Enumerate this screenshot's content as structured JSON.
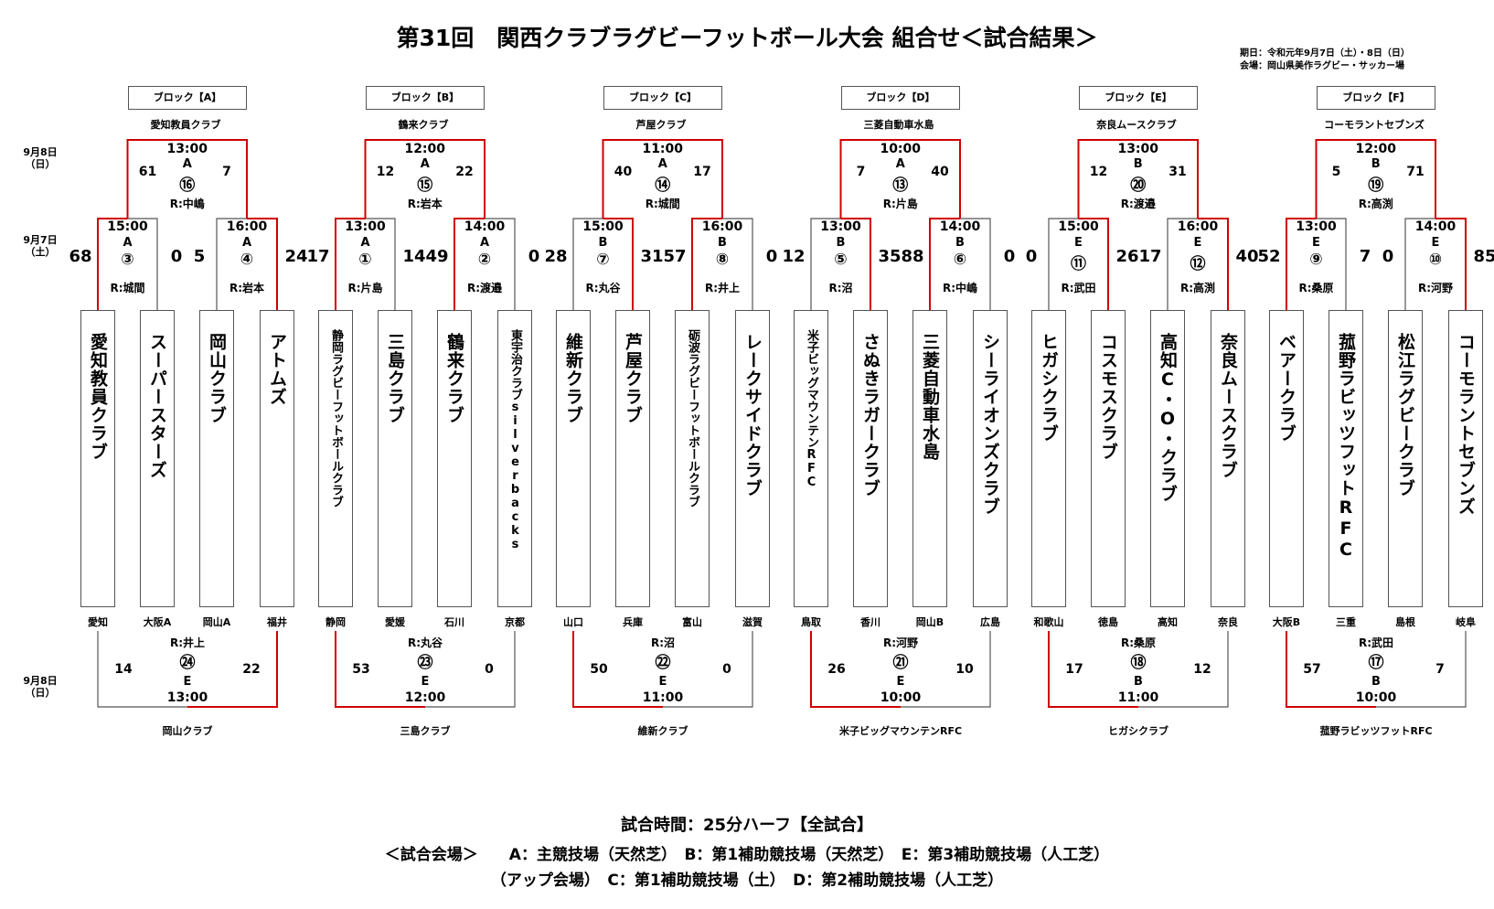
{
  "title": "第31回　関西クラブラグビーフットボール大会 組合せ＜試合結果＞",
  "meta": {
    "date": "期日：令和元年9月7日（土）・8日（日）",
    "venue": "会場：岡山県美作ラグビー・サッカー場"
  },
  "days": {
    "sep8_top": [
      "9月8日",
      "（日）"
    ],
    "sep7": [
      "9月7日",
      "（土）"
    ],
    "sep8_bottom": [
      "9月8日",
      "（日）"
    ]
  },
  "blocks": [
    {
      "label": "ブロック【A】",
      "host": "愛知教員クラブ",
      "top": {
        "time": "13:00",
        "court": "A",
        "no": "⑯",
        "ref": "R:中嶋",
        "left": "61",
        "right": "7"
      },
      "m1": {
        "time": "15:00",
        "court": "A",
        "no": "③",
        "ref": "R:城間",
        "left": "68",
        "right": "0"
      },
      "m2": {
        "time": "16:00",
        "court": "A",
        "no": "④",
        "ref": "R:岩本",
        "left": "5",
        "right": "24"
      },
      "teams": [
        {
          "name": "愛知教員クラブ",
          "pref": "愛知"
        },
        {
          "name": "スーパースターズ",
          "pref": "大阪A"
        },
        {
          "name": "岡山クラブ",
          "pref": "岡山A"
        },
        {
          "name": "アトムズ",
          "pref": "福井"
        }
      ],
      "bottom": {
        "ref": "R:井上",
        "no": "㉔",
        "court": "E",
        "time": "13:00",
        "left": "14",
        "right": "22",
        "winner": "岡山クラブ"
      }
    },
    {
      "label": "ブロック【B】",
      "host": "鶴来クラブ",
      "top": {
        "time": "12:00",
        "court": "A",
        "no": "⑮",
        "ref": "R:岩本",
        "left": "12",
        "right": "22"
      },
      "m1": {
        "time": "13:00",
        "court": "A",
        "no": "①",
        "ref": "R:片島",
        "left": "17",
        "right": "14"
      },
      "m2": {
        "time": "14:00",
        "court": "A",
        "no": "②",
        "ref": "R:渡邉",
        "left": "49",
        "right": "0"
      },
      "teams": [
        {
          "name": "静岡ラグビーフットボールクラブ",
          "pref": "静岡"
        },
        {
          "name": "三島クラブ",
          "pref": "愛媛"
        },
        {
          "name": "鶴来クラブ",
          "pref": "石川"
        },
        {
          "name": "東宇治クラブsilverbacks",
          "pref": "京都"
        }
      ],
      "bottom": {
        "ref": "R:丸谷",
        "no": "㉓",
        "court": "E",
        "time": "12:00",
        "left": "53",
        "right": "0",
        "winner": "三島クラブ"
      }
    },
    {
      "label": "ブロック【C】",
      "host": "芦屋クラブ",
      "top": {
        "time": "11:00",
        "court": "A",
        "no": "⑭",
        "ref": "R:城間",
        "left": "40",
        "right": "17"
      },
      "m1": {
        "time": "15:00",
        "court": "B",
        "no": "⑦",
        "ref": "R:丸谷",
        "left": "28",
        "right": "31"
      },
      "m2": {
        "time": "16:00",
        "court": "B",
        "no": "⑧",
        "ref": "R:井上",
        "left": "57",
        "right": "0"
      },
      "teams": [
        {
          "name": "維新クラブ",
          "pref": "山口"
        },
        {
          "name": "芦屋クラブ",
          "pref": "兵庫"
        },
        {
          "name": "砺波ラグビーフットボールクラブ",
          "pref": "富山"
        },
        {
          "name": "レークサイドクラブ",
          "pref": "滋賀"
        }
      ],
      "bottom": {
        "ref": "R:沼",
        "no": "㉒",
        "court": "E",
        "time": "11:00",
        "left": "50",
        "right": "0",
        "winner": "維新クラブ"
      }
    },
    {
      "label": "ブロック【D】",
      "host": "三菱自動車水島",
      "top": {
        "time": "10:00",
        "court": "A",
        "no": "⑬",
        "ref": "R:片島",
        "left": "7",
        "right": "40"
      },
      "m1": {
        "time": "13:00",
        "court": "B",
        "no": "⑤",
        "ref": "R:沼",
        "left": "12",
        "right": "35"
      },
      "m2": {
        "time": "14:00",
        "court": "B",
        "no": "⑥",
        "ref": "R:中嶋",
        "left": "88",
        "right": "0"
      },
      "teams": [
        {
          "name": "米子ビッグマウンテンRFC",
          "pref": "鳥取"
        },
        {
          "name": "さぬきラガークラブ",
          "pref": "香川"
        },
        {
          "name": "三菱自動車水島",
          "pref": "岡山B"
        },
        {
          "name": "シーライオンズクラブ",
          "pref": "広島"
        }
      ],
      "bottom": {
        "ref": "R:河野",
        "no": "㉑",
        "court": "E",
        "time": "10:00",
        "left": "26",
        "right": "10",
        "winner": "米子ビッグマウンテンRFC"
      }
    },
    {
      "label": "ブロック【E】",
      "host": "奈良ムースクラブ",
      "top": {
        "time": "13:00",
        "court": "B",
        "no": "⑳",
        "ref": "R:渡邉",
        "left": "12",
        "right": "31"
      },
      "m1": {
        "time": "15:00",
        "court": "E",
        "no": "⑪",
        "ref": "R:武田",
        "left": "0",
        "right": "26"
      },
      "m2": {
        "time": "16:00",
        "court": "E",
        "no": "⑫",
        "ref": "R:高渕",
        "left": "17",
        "right": "40"
      },
      "teams": [
        {
          "name": "ヒガシクラブ",
          "pref": "和歌山"
        },
        {
          "name": "コスモスクラブ",
          "pref": "徳島"
        },
        {
          "name": "高知C・O・クラブ",
          "pref": "高知"
        },
        {
          "name": "奈良ムースクラブ",
          "pref": "奈良"
        }
      ],
      "bottom": {
        "ref": "R:桑原",
        "no": "⑱",
        "court": "B",
        "time": "11:00",
        "left": "17",
        "right": "12",
        "winner": "ヒガシクラブ"
      }
    },
    {
      "label": "ブロック【F】",
      "host": "コーモラントセブンズ",
      "top": {
        "time": "12:00",
        "court": "B",
        "no": "⑲",
        "ref": "R:高渕",
        "left": "5",
        "right": "71"
      },
      "m1": {
        "time": "13:00",
        "court": "E",
        "no": "⑨",
        "ref": "R:桑原",
        "left": "52",
        "right": "7"
      },
      "m2": {
        "time": "14:00",
        "court": "E",
        "no": "⑩",
        "ref": "R:河野",
        "left": "0",
        "right": "85"
      },
      "teams": [
        {
          "name": "ベアークラブ",
          "pref": "大阪B"
        },
        {
          "name": "菰野ラビッツフットRFC",
          "pref": "三重"
        },
        {
          "name": "松江ラグビークラブ",
          "pref": "島根"
        },
        {
          "name": "コーモラントセブンズ",
          "pref": "岐阜"
        }
      ],
      "bottom": {
        "ref": "R:武田",
        "no": "⑰",
        "court": "B",
        "time": "10:00",
        "left": "57",
        "right": "7",
        "winner": "菰野ラビッツフットRFC"
      }
    }
  ],
  "footer": {
    "line1": "試合時間：25分ハーフ【全試合】",
    "line2": "＜試合会場＞　　A：主競技場（天然芝）　B：第1補助競技場（天然芝）　E：第3補助競技場（人工芝）",
    "line3": "（アップ会場）　C：第1補助競技場（土）　D：第2補助競技場（人工芝）"
  },
  "colors": {
    "win_line": "#d00000",
    "line": "#555555"
  }
}
